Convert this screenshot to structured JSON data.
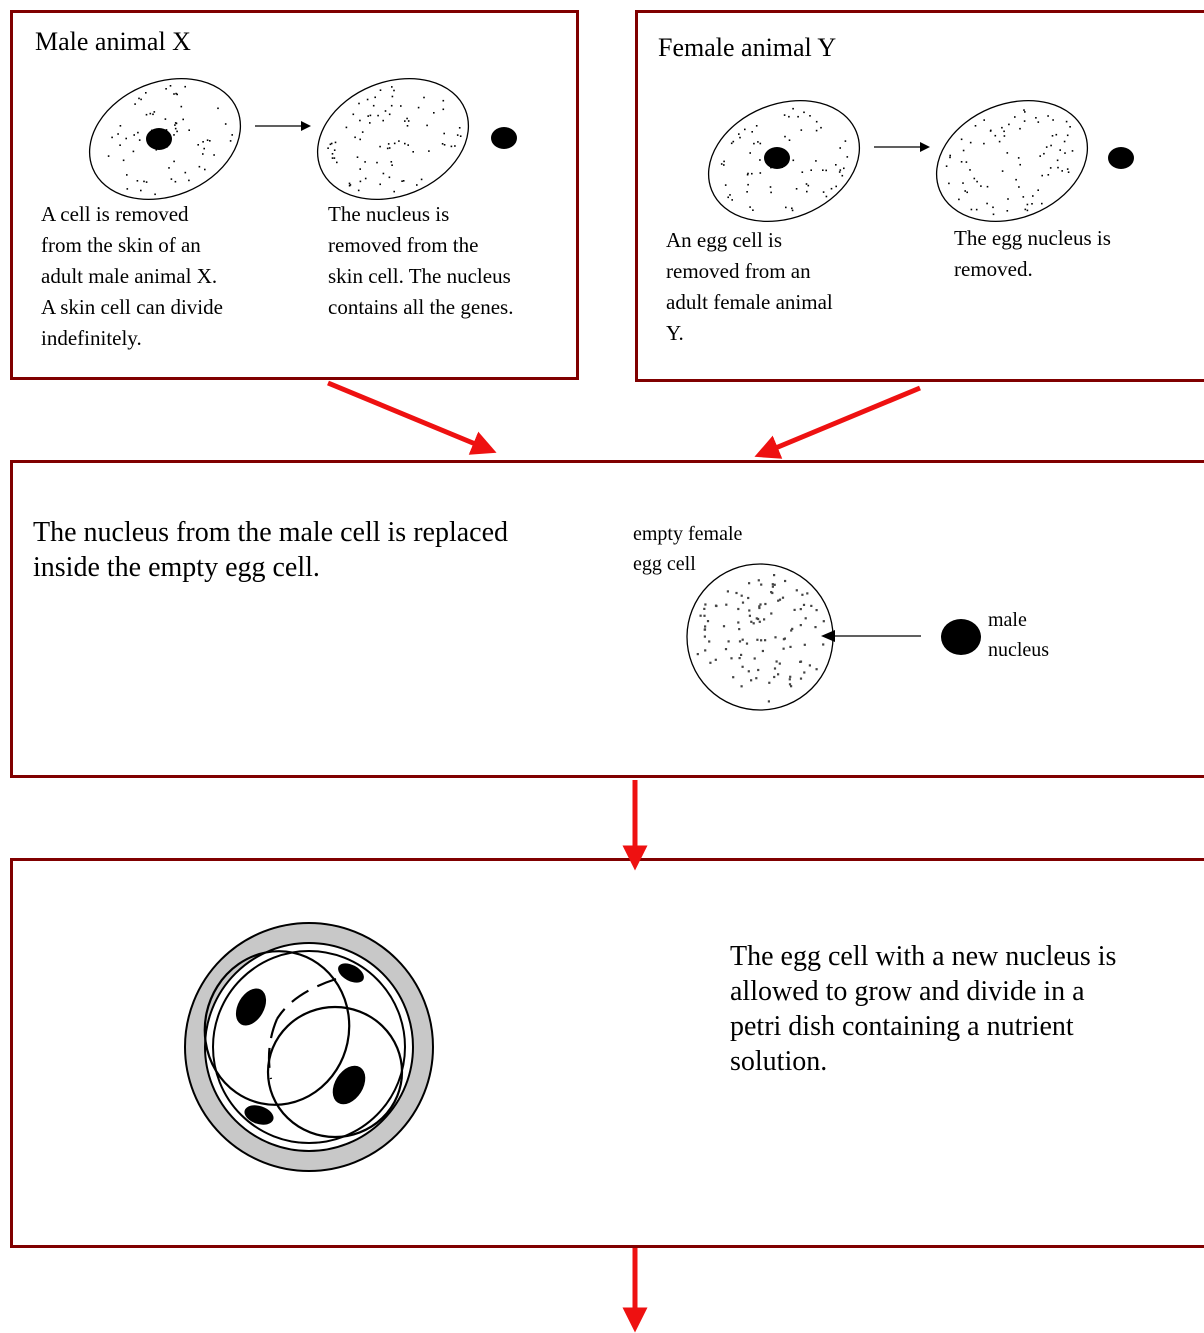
{
  "box_x": {
    "title": "Male animal X",
    "caption_left": "A cell is removed\nfrom the skin of an\nadult male animal X.\nA skin cell can divide\nindefinitely.",
    "caption_right": "The nucleus is\nremoved from the\nskin cell. The nucleus\ncontains all the genes."
  },
  "box_y": {
    "title": "Female animal Y",
    "caption_left": "An egg cell is\nremoved from an\nadult female animal\nY.",
    "caption_right": "The egg nucleus is\nremoved."
  },
  "box_transfer": {
    "text": "The nucleus from the male cell is replaced\ninside the empty egg cell.",
    "label_egg": "empty female\negg cell",
    "label_nucleus": "male\nnucleus"
  },
  "box_dish": {
    "text": "The egg cell with a new nucleus is\nallowed to grow and divide in a\npetri dish containing a nutrient\nsolution."
  },
  "colors": {
    "border": "#800000",
    "arrow": "#ee1111",
    "dish_ring": "#c8c8c8"
  }
}
